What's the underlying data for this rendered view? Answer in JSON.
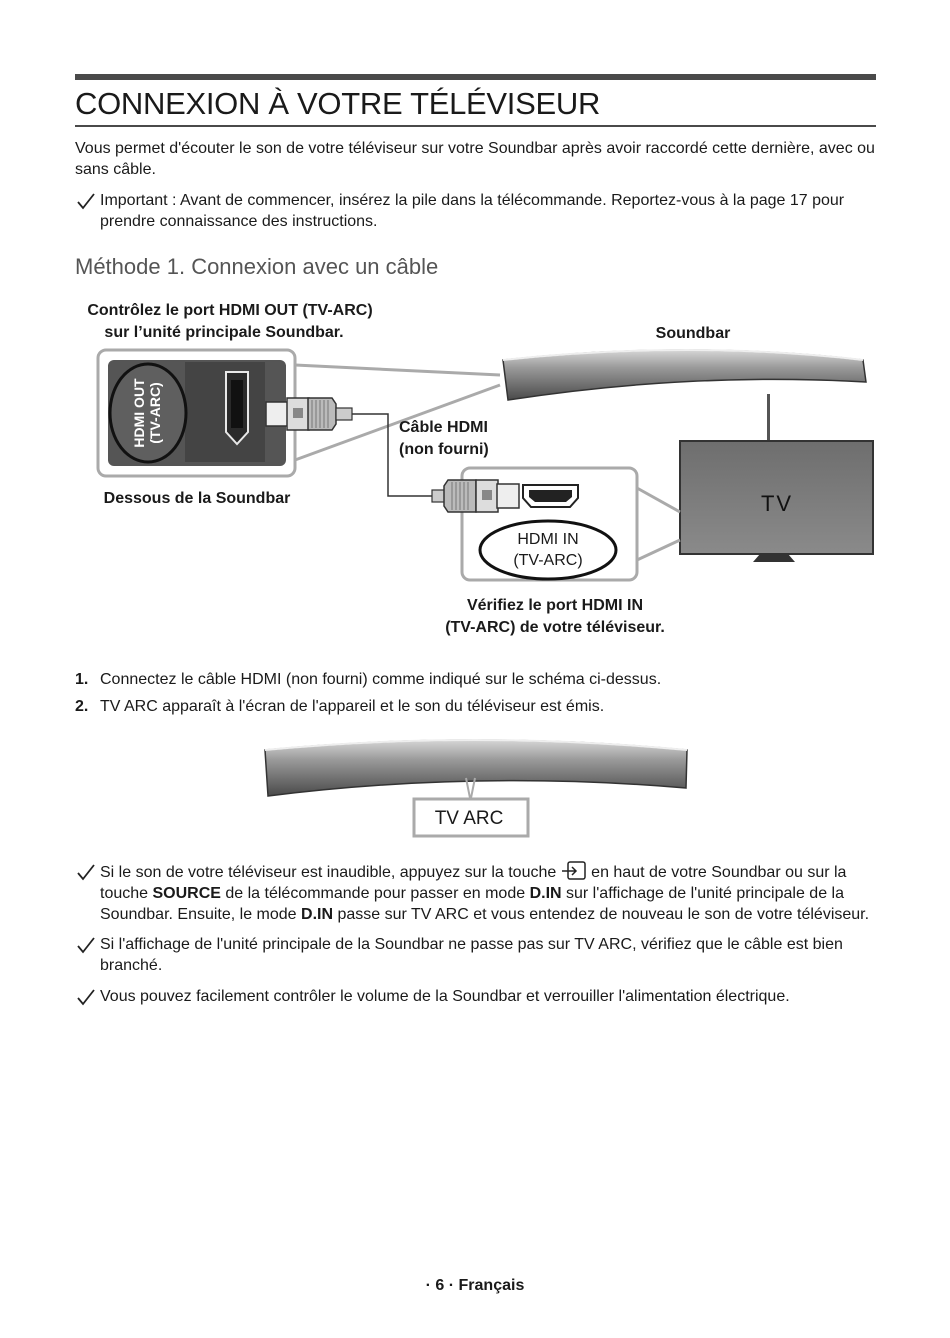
{
  "title": "CONNEXION À VOTRE TÉLÉVISEUR",
  "intro": "Vous permet d'écouter le son de votre téléviseur sur votre Soundbar après avoir raccordé cette dernière, avec ou sans câble.",
  "note_important": "Important : Avant de commencer, insérez la pile dans la télécommande. Reportez-vous à la page 17 pour prendre connaissance des instructions.",
  "method_title": "Méthode 1. Connexion avec un câble",
  "diagram": {
    "check_out_line1": "Contrôlez le port HDMI OUT (TV-ARC)",
    "check_out_line2": "sur l’unité principale Soundbar.",
    "hdmi_out_line1": "HDMI OUT",
    "hdmi_out_line2": "(TV-ARC)",
    "soundbar_label": "Soundbar",
    "cable_line1": "Câble HDMI",
    "cable_line2": "(non fourni)",
    "underside_label": "Dessous de la Soundbar",
    "tv_label": "TV",
    "hdmi_in_line1": "HDMI IN",
    "hdmi_in_line2": "(TV-ARC)",
    "check_in_line1": "Vérifiez le port HDMI IN",
    "check_in_line2": "(TV-ARC) de votre téléviseur."
  },
  "steps": [
    {
      "num": "1.",
      "text": "Connectez le câble HDMI (non fourni) comme indiqué sur le schéma ci-dessus."
    },
    {
      "num": "2.",
      "text": "TV ARC apparaît à l'écran de l'appareil et le son du téléviseur est émis."
    }
  ],
  "display_label": "TV ARC",
  "note1": {
    "part1": "Si le son de votre téléviseur est inaudible, appuyez sur la touche ",
    "part2": " en haut de votre Soundbar ou sur la touche ",
    "bold1": "SOURCE",
    "part3": " de la télécommande pour passer en mode ",
    "bold2": "D.IN",
    "part4": " sur l'affichage de l'unité principale de la Soundbar. Ensuite, le mode ",
    "bold3": "D.IN",
    "part5": " passe sur TV ARC et vous entendez de nouveau le son de votre téléviseur."
  },
  "note2": "Si l'affichage de l'unité principale de la Soundbar ne passe pas sur TV ARC, vérifiez que le câble est bien branché.",
  "note3": "Vous pouvez facilement contrôler le volume de la Soundbar et verrouiller l'alimentation électrique.",
  "footer": "· 6 · Français"
}
